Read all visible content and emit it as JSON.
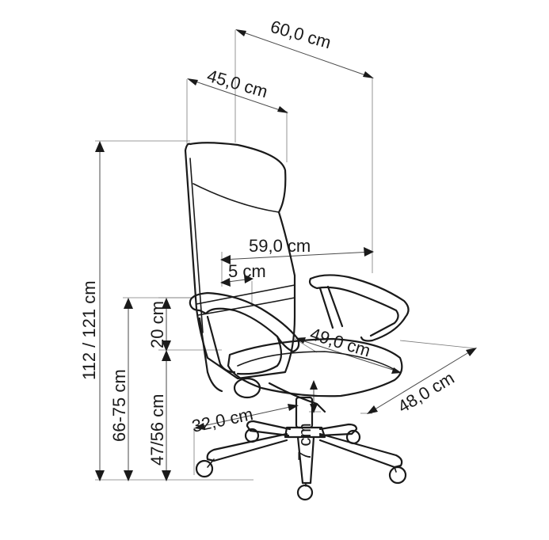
{
  "dimensions": {
    "top_depth": "60,0 cm",
    "top_width": "45,0 cm",
    "arm_span": "59,0 cm",
    "arm_inset": "5 cm",
    "seat_depth": "49,0 cm",
    "base_width": "48,0 cm",
    "seat_width": "32,0 cm",
    "cylinder": "7 cm",
    "total_height": "112 / 121 cm",
    "arm_height": "66-75 cm",
    "seat_height": "47/56 cm",
    "arm_above_seat": "20 cm"
  },
  "colors": {
    "line": "#1a1a1a",
    "dim": "#4a4a4a"
  }
}
